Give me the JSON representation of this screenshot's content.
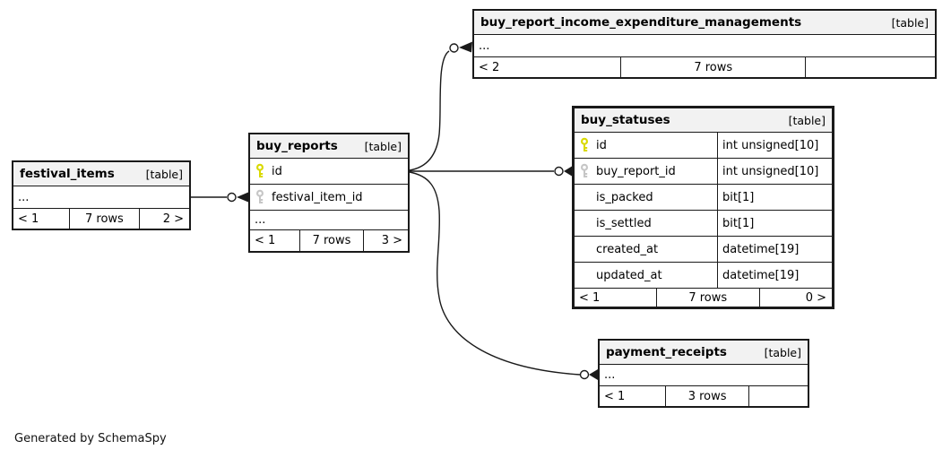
{
  "diagram": {
    "generated_by": "Generated by SchemaSpy"
  },
  "colors": {
    "background": "#ffffff",
    "table_header_bg": "#f2f2f2",
    "border": "#1a1a1a",
    "primary_key_icon": "#d9d900",
    "foreign_key_icon": "#c6c6c6"
  },
  "icons": {
    "primary_key_icon": "yellow-key",
    "foreign_key_icon": "gray-key"
  },
  "tables": [
    {
      "title": "festival_items",
      "tag": "[table]",
      "rows": [
        {
          "name": "..."
        }
      ],
      "footer": {
        "left": "< 1",
        "center": "7 rows",
        "right": "2 >"
      }
    },
    {
      "title": "buy_reports",
      "tag": "[table]",
      "rows": [
        {
          "name": "id",
          "key": "primary"
        },
        {
          "name": "festival_item_id",
          "key": "foreign"
        },
        {
          "name": "..."
        }
      ],
      "footer": {
        "left": "< 1",
        "center": "7 rows",
        "right": "3 >"
      }
    },
    {
      "title": "buy_report_income_expenditure_managements",
      "tag": "[table]",
      "rows": [
        {
          "name": "..."
        }
      ],
      "footer": {
        "left": "< 2",
        "center": "7 rows",
        "right": ""
      }
    },
    {
      "title": "buy_statuses",
      "tag": "[table]",
      "rows": [
        {
          "name": "id",
          "type": "int unsigned[10]",
          "key": "primary"
        },
        {
          "name": "buy_report_id",
          "type": "int unsigned[10]",
          "key": "foreign"
        },
        {
          "name": "is_packed",
          "type": "bit[1]"
        },
        {
          "name": "is_settled",
          "type": "bit[1]"
        },
        {
          "name": "created_at",
          "type": "datetime[19]"
        },
        {
          "name": "updated_at",
          "type": "datetime[19]"
        }
      ],
      "footer": {
        "left": "< 1",
        "center": "7 rows",
        "right": "0 >"
      }
    },
    {
      "title": "payment_receipts",
      "tag": "[table]",
      "rows": [
        {
          "name": "..."
        }
      ],
      "footer": {
        "left": "< 1",
        "center": "3 rows",
        "right": ""
      }
    }
  ],
  "relationships": [
    {
      "from": "festival_items",
      "to": "buy_reports.festival_item_id"
    },
    {
      "from": "buy_reports.id",
      "to": "buy_report_income_expenditure_managements"
    },
    {
      "from": "buy_reports.id",
      "to": "buy_statuses.buy_report_id"
    },
    {
      "from": "buy_reports.id",
      "to": "payment_receipts"
    }
  ]
}
